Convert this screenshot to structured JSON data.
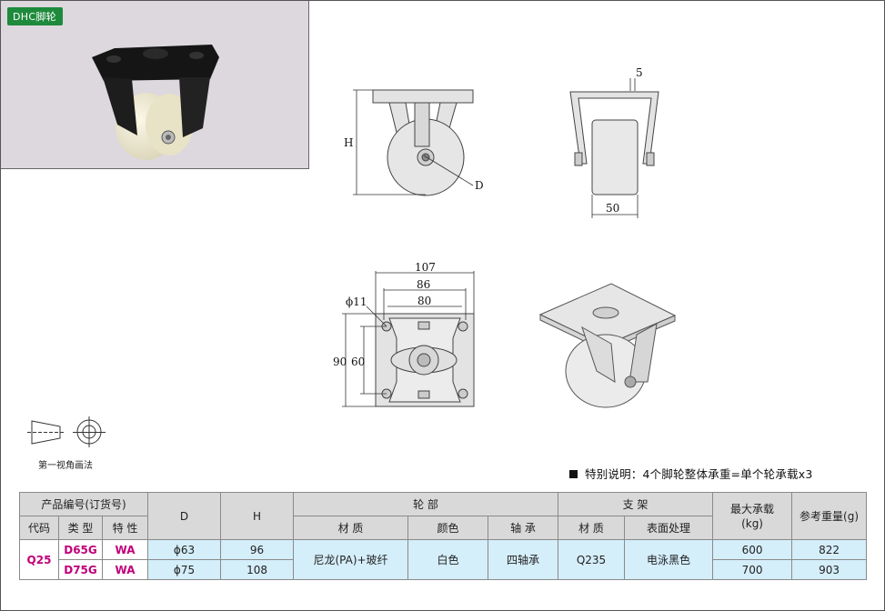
{
  "product_tag": "DHC脚轮",
  "dims": {
    "h": "H",
    "d": "D",
    "five": "5",
    "fifty": "50",
    "w107": "107",
    "w86": "86",
    "w80": "80",
    "phi11": "ϕ11",
    "h90": "90",
    "h60": "60"
  },
  "projection_label": "第一视角画法",
  "note": "特别说明：4个脚轮整体承重=单个轮承载x3",
  "table": {
    "header": {
      "product_no": "产品编号(订货号)",
      "code": "代码",
      "type": "类 型",
      "feature": "特 性",
      "d": "D",
      "h": "H",
      "wheel": "轮 部",
      "material": "材 质",
      "color": "颜色",
      "bearing": "轴 承",
      "bracket": "支 架",
      "bracket_material": "材 质",
      "surface": "表面处理",
      "max_load": "最大承载\n(kg)",
      "ref_weight": "参考重量(g)"
    },
    "code_value": "Q25",
    "wheel_material": "尼龙(PA)+玻纤",
    "wheel_color": "白色",
    "bearing": "四轴承",
    "bracket_material": "Q235",
    "surface": "电泳黑色",
    "rows": [
      {
        "type": "D65G",
        "feature": "WA",
        "d": "ϕ63",
        "h": "96",
        "max_load": "600",
        "weight": "822"
      },
      {
        "type": "D75G",
        "feature": "WA",
        "d": "ϕ75",
        "h": "108",
        "max_load": "700",
        "weight": "903"
      }
    ]
  }
}
